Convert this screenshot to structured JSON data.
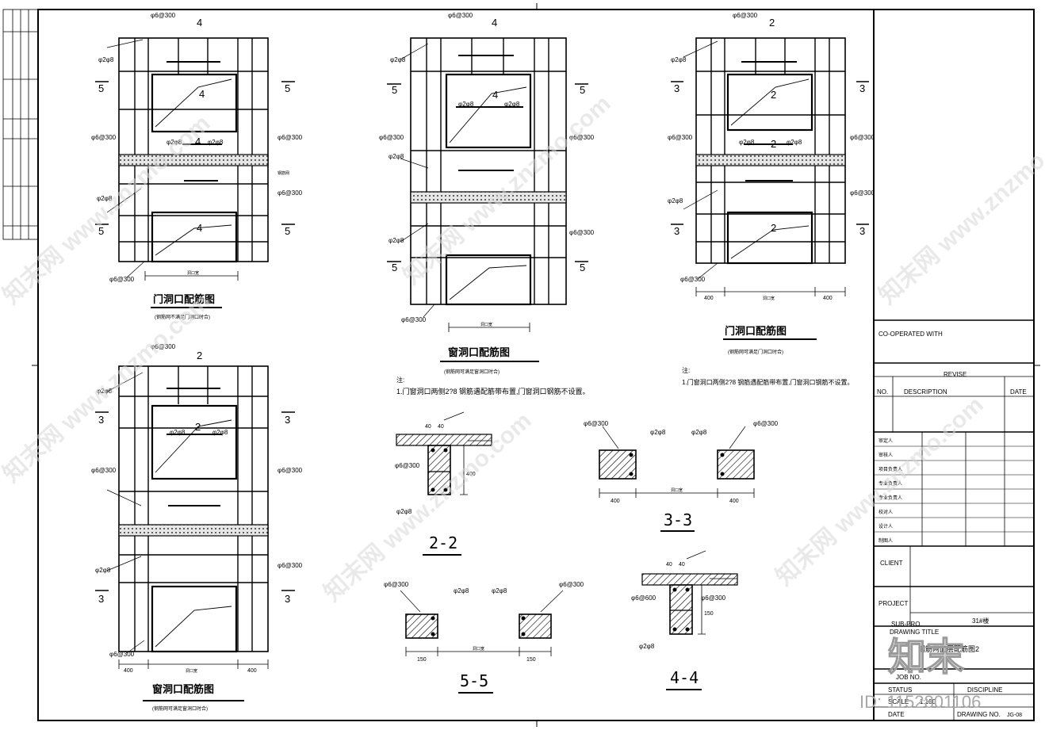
{
  "watermark": {
    "brand_text": "知末网 www.znzmo.com",
    "logo_text": "知末",
    "id_text": "ID: 1152801106"
  },
  "drawings": {
    "door_a": {
      "title": "门洞口配筋图",
      "subtitle": "(钢筋网不满足门洞口时合)",
      "sec_marks": [
        "4",
        "4",
        "4",
        "4"
      ],
      "side_marks": [
        "5",
        "5",
        "5",
        "5"
      ],
      "labels": [
        "φ6@300",
        "φ6@300",
        "φ6@300",
        "φ6@300",
        "φ2φ8",
        "φ2φ8",
        "φ2φ8",
        "φ2φ8",
        "钢筋网",
        "洞口宽"
      ]
    },
    "window_a": {
      "title": "窗洞口配筋图",
      "subtitle": "(钢筋网可满足窗洞口时合)",
      "sec_marks": [
        "4",
        "4"
      ],
      "side_marks": [
        "5",
        "5",
        "5",
        "5"
      ],
      "labels": [
        "φ6@300",
        "φ6@300",
        "φ6@300",
        "φ6@300",
        "φ2φ8",
        "φ2φ8",
        "φ2φ8",
        "φ2φ8",
        "φ2φ8",
        "洞口宽"
      ]
    },
    "door_b": {
      "title": "门洞口配筋图",
      "subtitle": "(钢筋网可满足门洞口时合)",
      "sec_marks": [
        "2",
        "2",
        "2",
        "2"
      ],
      "side_marks": [
        "3",
        "3",
        "3",
        "3"
      ],
      "labels": [
        "φ6@300",
        "φ6@300",
        "φ6@300",
        "φ6@300",
        "φ2φ8",
        "φ2φ8",
        "φ2φ8",
        "φ2φ8"
      ],
      "dims": [
        "400",
        "洞口宽",
        "400"
      ]
    },
    "window_b": {
      "title": "窗洞口配筋图",
      "subtitle": "(钢筋网可满足窗洞口时合)",
      "sec_marks": [
        "2",
        "2"
      ],
      "side_marks": [
        "3",
        "3",
        "3",
        "3"
      ],
      "labels": [
        "φ6@300",
        "φ6@300",
        "φ6@300",
        "φ6@300",
        "φ2φ8",
        "φ2φ8",
        "φ2φ8",
        "φ2φ8"
      ],
      "dims": [
        "400",
        "洞口宽",
        "400"
      ]
    }
  },
  "notes": {
    "note_a_head": "注:",
    "note_a_text": "1.门窗洞口两侧2?8 钢筋遇配筋带布置,门窗洞口钢筋不设置。",
    "note_b_head": "注:",
    "note_b_text": "1.门窗洞口两侧2?8 钢筋遇配筋带布置,门窗洞口钢筋不设置。"
  },
  "sections": {
    "s22": {
      "name": "2-2",
      "labels": [
        "φ6@300",
        "φ2φ8",
        "40",
        "40",
        "400"
      ]
    },
    "s33": {
      "name": "3-3",
      "labels": [
        "φ6@300",
        "φ6@300",
        "φ2φ8",
        "φ2φ8",
        "400",
        "洞口宽",
        "400"
      ]
    },
    "s55": {
      "name": "5-5",
      "labels": [
        "φ6@300",
        "φ6@300",
        "φ2φ8",
        "φ2φ8",
        "150",
        "洞口宽",
        "150"
      ]
    },
    "s44": {
      "name": "4-4",
      "labels": [
        "φ6@600",
        "φ6@300",
        "φ2φ8",
        "40",
        "40",
        "150"
      ]
    }
  },
  "title_block": {
    "cooperated": "CO-OPERATED WITH",
    "revise": "REVISE",
    "col_no": "NO.",
    "col_description": "DESCRIPTION",
    "col_date": "DATE",
    "signoffs": [
      "审定人",
      "审核人",
      "项目负责人",
      "专业负责人",
      "专业负责人",
      "校对人",
      "设计人",
      "制图人"
    ],
    "client": "CLIENT",
    "project": "PROJECT",
    "subpro": "SUB-PRO.",
    "subpro_value": "31#楼",
    "drawing_title": "DRAWING TITLE",
    "drawing_title_value": "钢筋网面层配筋图2",
    "job_no": "JOB NO.",
    "status": "STATUS",
    "discipline": "DISCIPLINE",
    "scale": "SCALE",
    "scale_value": "1:100",
    "date": "DATE",
    "drawing_no": "DRAWING NO.",
    "drawing_no_value": "JG-08"
  }
}
